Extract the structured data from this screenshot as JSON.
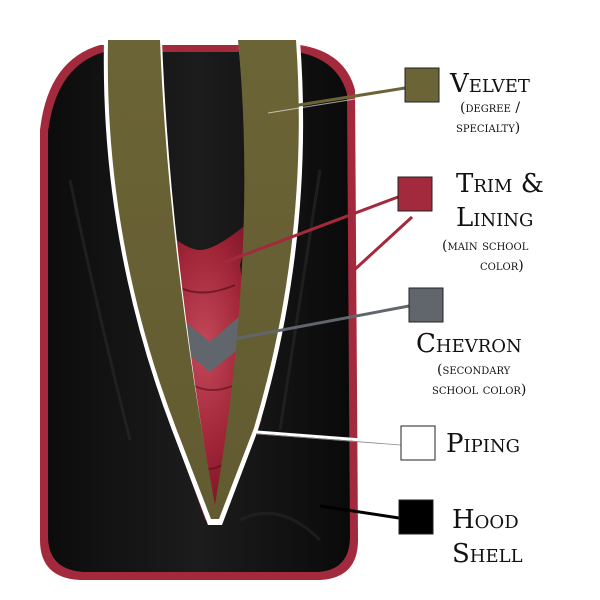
{
  "colors": {
    "velvet": "#6b6436",
    "trim_lining": "#a32a3c",
    "chevron": "#61666c",
    "piping": "#ffffff",
    "hood_shell": "#000000",
    "shell_fabric": "#141414",
    "satin_dark": "#7c1626",
    "satin_light": "#c2485a",
    "satin_mid": "#9e2436"
  },
  "legend": {
    "velvet": {
      "title": "Velvet",
      "sub_line_1": "(degree /",
      "sub_line_2": "specialty)"
    },
    "trim": {
      "title_line_1": "Trim &",
      "title_line_2": "Lining",
      "sub_line_1": "(main school",
      "sub_line_2": "color)"
    },
    "chevron": {
      "title": "Chevron",
      "sub_line_1": "(secondary",
      "sub_line_2": "school color)"
    },
    "piping": {
      "title": "Piping"
    },
    "shell": {
      "title_line_1": "Hood",
      "title_line_2": "Shell"
    }
  }
}
